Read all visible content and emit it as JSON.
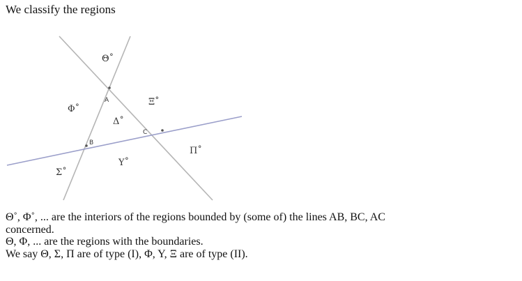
{
  "heading": "We classify the regions",
  "diagram": {
    "points": {
      "A": "A",
      "B": "B",
      "C": "C"
    },
    "regions": {
      "theta": "Θ˚",
      "phi": "Φ˚",
      "xi": "Ξ˚",
      "delta": "Δ˚",
      "pi": "Π˚",
      "sigma": "Σ˚",
      "upsilon": "Υ˚"
    },
    "colors": {
      "line_ab_ac": "#b5b5b5",
      "line_bc": "#9b9fca"
    }
  },
  "text": {
    "line1": "Θ˚, Φ˚, ... are the interiors of the regions bounded by (some of) the lines AB, BC, AC",
    "line2": "concerned.",
    "line3": "Θ, Φ, ... are the regions with the boundaries.",
    "line4": "We say Θ, Σ, Π are of type (I),  Φ, Υ, Ξ are of type (II)."
  }
}
